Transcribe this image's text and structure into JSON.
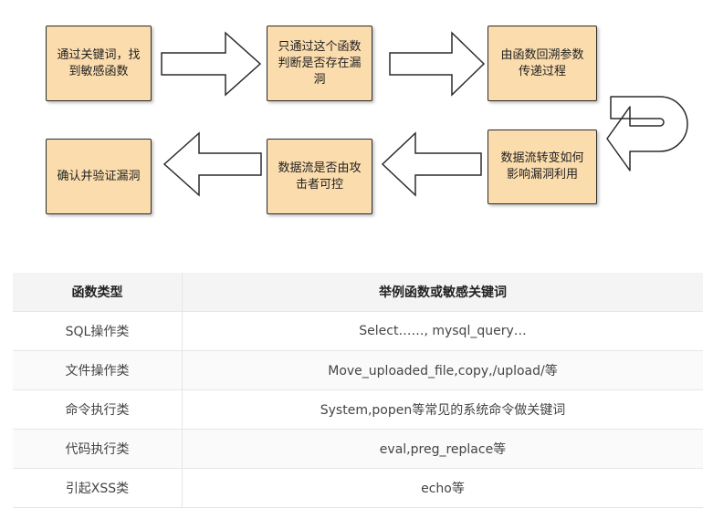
{
  "flow": {
    "steps": [
      "通过关键词，找到敏感函数",
      "只通过这个函数判断是否存在漏洞",
      "由函数回溯参数传递过程",
      "数据流转变如何影响漏洞利用",
      "数据流是否由攻击者可控",
      "确认并验证漏洞"
    ]
  },
  "table": {
    "headers": [
      "函数类型",
      "举例函数或敏感关键词"
    ],
    "rows": [
      [
        "SQL操作类",
        "Select……, mysql_query…"
      ],
      [
        "文件操作类",
        "Move_uploaded_file,copy,/upload/等"
      ],
      [
        "命令执行类",
        "System,popen等常见的系统命令做关键词"
      ],
      [
        "代码执行类",
        "eval,preg_replace等"
      ],
      [
        "引起XSS类",
        "echo等"
      ]
    ]
  }
}
